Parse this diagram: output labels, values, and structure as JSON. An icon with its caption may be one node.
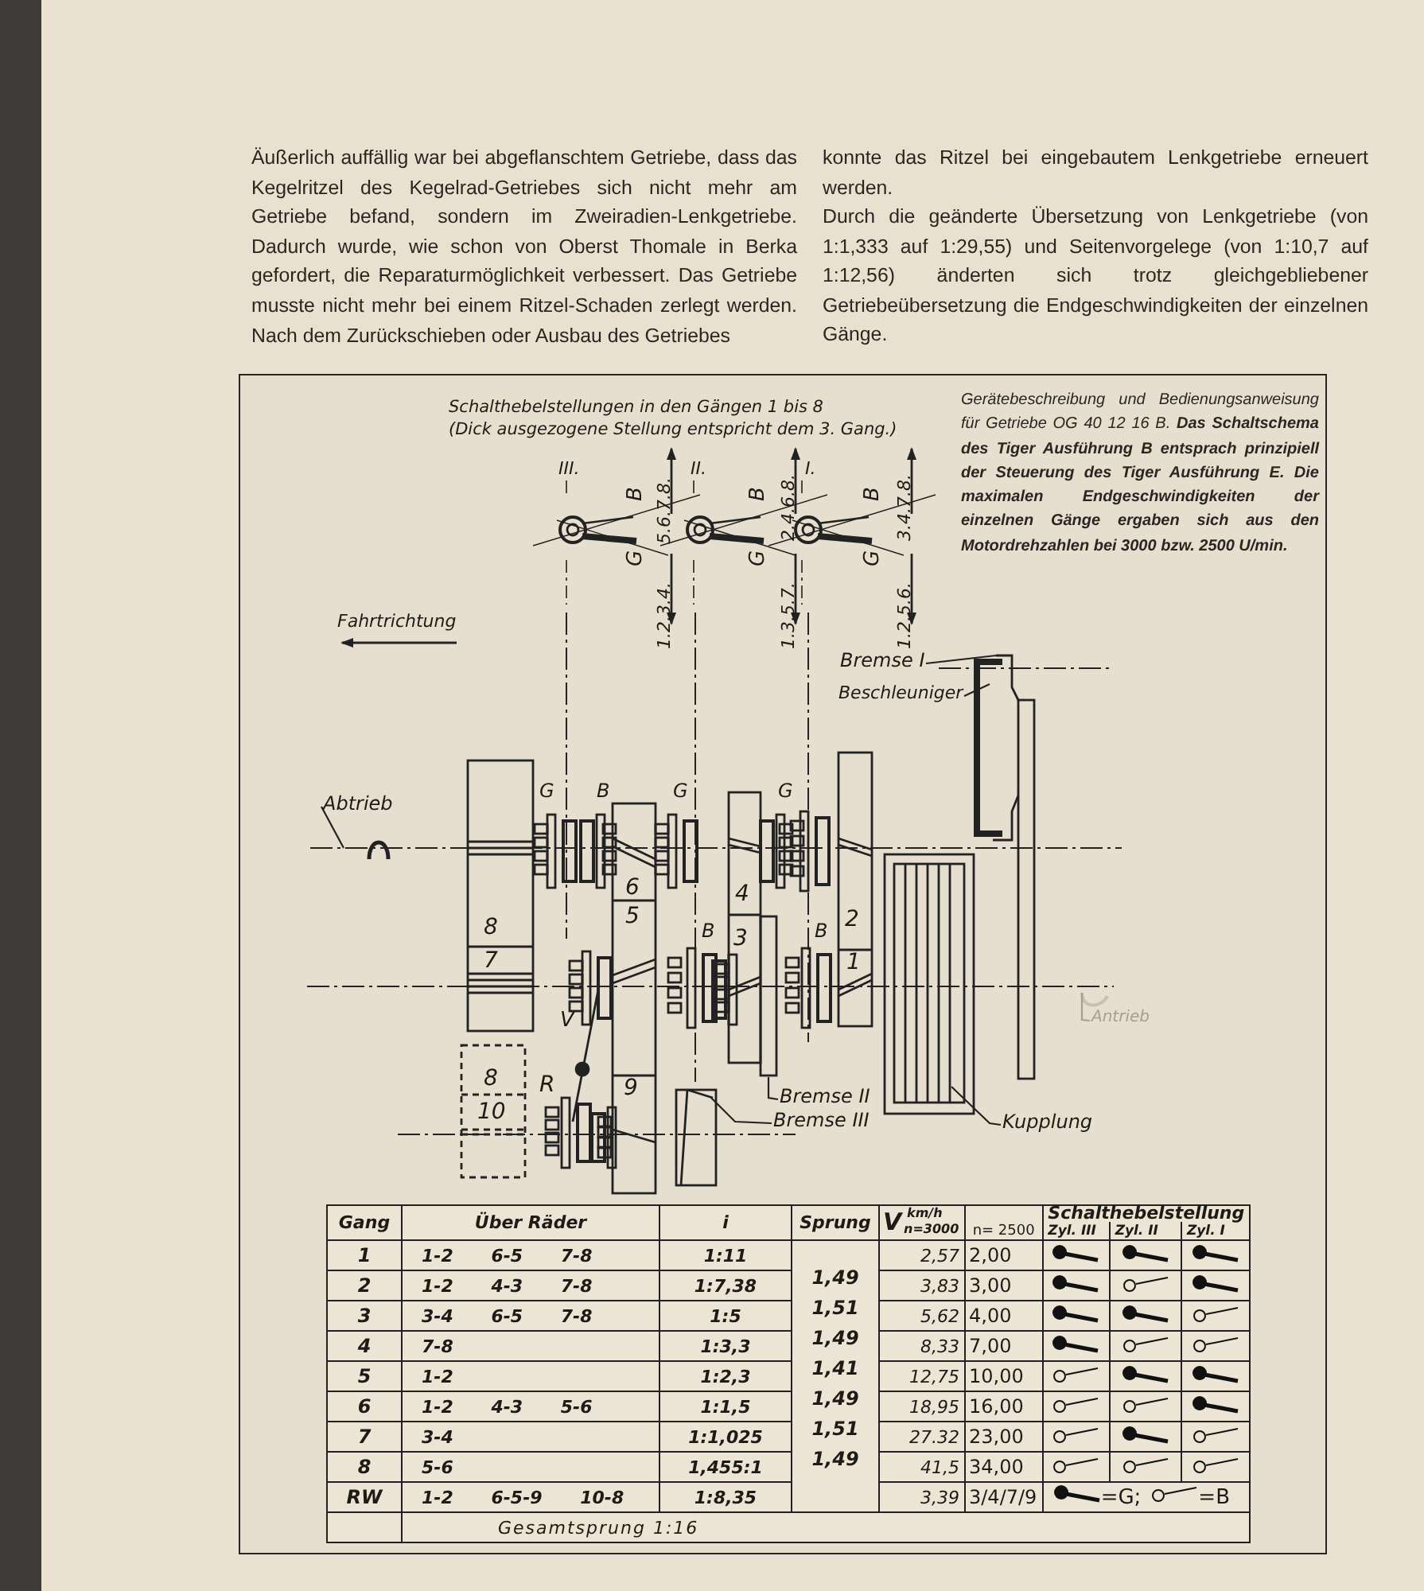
{
  "diagram": {
    "caption": "Gerätebeschreibung und Bedienungsanweisung für Getriebe OG 40 12 16 B. **Das Schaltschema des Tiger Ausführung B entsprach prinzipiell der Steuerung des Tiger Ausführung E. Die maximalen Endgeschwindigkeiten der einzelnen Gänge ergaben sich aus den Motordrehzahlen bei 3000 bzw. 2500 U/min.**",
    "nodes": [
      {
        "text": [
          "Abtrieb"
        ]
      },
      {
        "text": [
          "Bremse I"
        ]
      },
      {
        "text": [
          "Beschleuniger"
        ]
      },
      {
        "text": [
          "Bremse II"
        ]
      },
      {
        "text": [
          "Bremse III"
        ]
      },
      {
        "text": [
          "Kupplung"
        ]
      },
      {
        "text": [
          "Antrieb"
        ]
      }
    ],
    "edges": [
      {
        "from": 0,
        "to": null,
        "arrow": "none"
      },
      {
        "from": 1,
        "to": null,
        "arrow": "none"
      },
      {
        "from": 2,
        "to": null,
        "arrow": "none"
      },
      {
        "from": 3,
        "to": null,
        "arrow": "none"
      },
      {
        "from": 4,
        "to": null,
        "arrow": "none"
      },
      {
        "from": 5,
        "to": null,
        "arrow": "none"
      },
      {
        "from": 6,
        "to": null,
        "arrow": "none",
        "color": "#a79f8f"
      }
    ],
    "labels": [
      "Äußerlich auffällig war bei abgeflanschtem Getriebe, dass das Kegelritzel des Kegelrad-Getriebes sich nicht mehr am Getriebe befand, sondern im Zweiradien-Lenkgetriebe. Dadurch wurde, wie schon von Oberst Thomale in Berka gefordert, die Reparaturmöglichkeit verbessert. Das Getriebe musste nicht mehr bei einem Ritzel-Schaden zerlegt werden. Nach dem Zurückschieben oder Ausbau des Getriebes",
      "konnte das Ritzel bei eingebautem Lenkgetriebe erneuert werden.",
      "Durch die geänderte Übersetzung von Lenkgetriebe (von 1:1,333 auf 1:29,55) und Seitenvorgelege (von 1:10,7 auf 1:12,56) änderten sich trotz gleichgebliebener Getriebeübersetzung die Endgeschwindigkeiten der einzelnen Gänge.",
      "Schalthebelstellungen in den Gängen 1 bis 8",
      "(Dick ausgezogene Stellung entspricht dem 3. Gang.)",
      "III.",
      "II.",
      "I.",
      "B",
      "5.6.7.8.",
      "B",
      "2.4.6.8.",
      "B",
      "3.4.7.8.",
      "G",
      "1.2.3.4.",
      "G",
      "1.3.5.7.",
      "G",
      "1.2.5.6.",
      "Fahrtrichtung",
      "G",
      "B",
      "G",
      "G",
      "6",
      "4",
      "8",
      "5",
      "B",
      "3",
      "B",
      "2",
      "7",
      "1",
      "V",
      "8",
      "R",
      "9",
      "10",
      "Gang",
      "Über Räder",
      "i",
      "Sprung",
      "V",
      "km/h",
      "n=3000",
      "n= 2500",
      "Schalthebelstellung",
      "Zyl. III",
      "Zyl. II",
      "Zyl. I",
      "1",
      "1-2 6-5 7-8",
      "1:11",
      "1,49",
      "1,51",
      "1,49",
      "1,41",
      "1,49",
      "1,51",
      "1,49",
      "2,57",
      "2,00",
      "2",
      "1-2 4-3 7-8",
      "1:7,38",
      "3,83",
      "3,00",
      "3",
      "3-4 6-5 7-8",
      "1:5",
      "5,62",
      "4,00",
      "4",
      "7-8",
      "1:3,3",
      "8,33",
      "7,00",
      "5",
      "1-2",
      "1:2,3",
      "12,75",
      "10,00",
      "6",
      "1-2 4-3 5-6",
      "1:1,5",
      "18,95",
      "16,00",
      "7",
      "3-4",
      "1:1,025",
      "27.32",
      "23,00",
      "8",
      "5-6",
      "1,455:1",
      "41,5",
      "34,00",
      "RW",
      "1-2 6-5-9 10-8",
      "1:8,35",
      "3,39",
      "3/4/7/9",
      "Gesamtsprung 1:16"
    ],
    "legend": [
      {
        "text": "=G;"
      },
      {
        "text": "=B"
      }
    ]
  }
}
